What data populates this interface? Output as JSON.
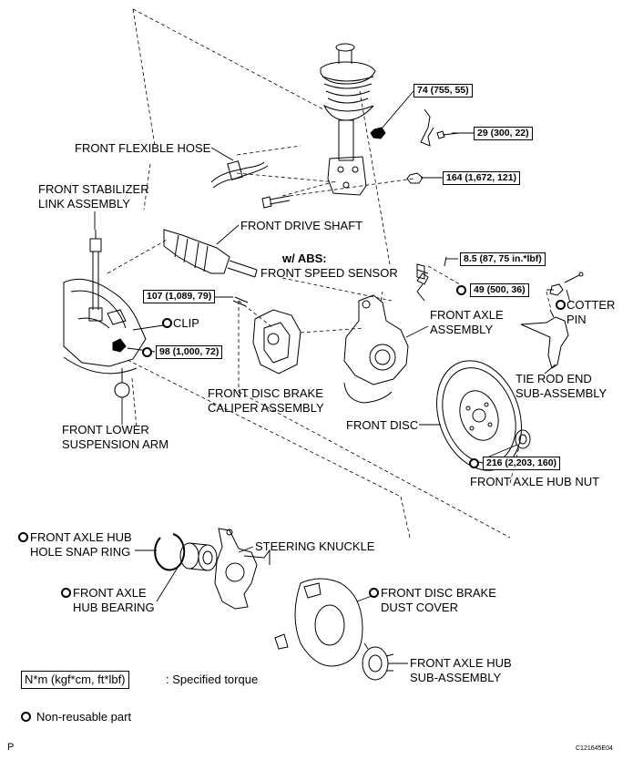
{
  "labels": {
    "front_flexible_hose": "FRONT FLEXIBLE HOSE",
    "front_stabilizer_link": "FRONT STABILIZER\nLINK ASSEMBLY",
    "front_drive_shaft": "FRONT DRIVE SHAFT",
    "w_abs": "w/ ABS:",
    "front_speed_sensor": "FRONT SPEED SENSOR",
    "clip": "CLIP",
    "cotter_pin": "COTTER\nPIN",
    "front_axle_assembly": "FRONT AXLE\nASSEMBLY",
    "tie_rod_end": "TIE ROD END\nSUB-ASSEMBLY",
    "front_disc_brake_caliper": "FRONT DISC BRAKE\nCALIPER ASSEMBLY",
    "front_disc": "FRONT DISC",
    "front_lower_arm": "FRONT LOWER\nSUSPENSION ARM",
    "front_axle_hub_nut": "FRONT AXLE HUB NUT",
    "snap_ring": "FRONT AXLE HUB\nHOLE SNAP RING",
    "steering_knuckle": "STEERING KNUCKLE",
    "hub_bearing": "FRONT AXLE\nHUB BEARING",
    "dust_cover": "FRONT DISC BRAKE\nDUST COVER",
    "hub_sub_assembly": "FRONT AXLE HUB\nSUB-ASSEMBLY"
  },
  "torques": {
    "t74": "74 (755, 55)",
    "t29": "29 (300, 22)",
    "t164": "164 (1,672, 121)",
    "t85": "8.5 (87, 75 in.*lbf)",
    "t49": "49 (500, 36)",
    "t107": "107 (1,089, 79)",
    "t98": "98 (1,000, 72)",
    "t216": "216 (2,203, 160)"
  },
  "legend": {
    "unit_box": "N*m (kgf*cm, ft*lbf)",
    "unit_text": ": Specified torque",
    "non_reusable": "Non-reusable part"
  },
  "footer": {
    "page_letter": "P",
    "figure_id": "C121645E04"
  }
}
